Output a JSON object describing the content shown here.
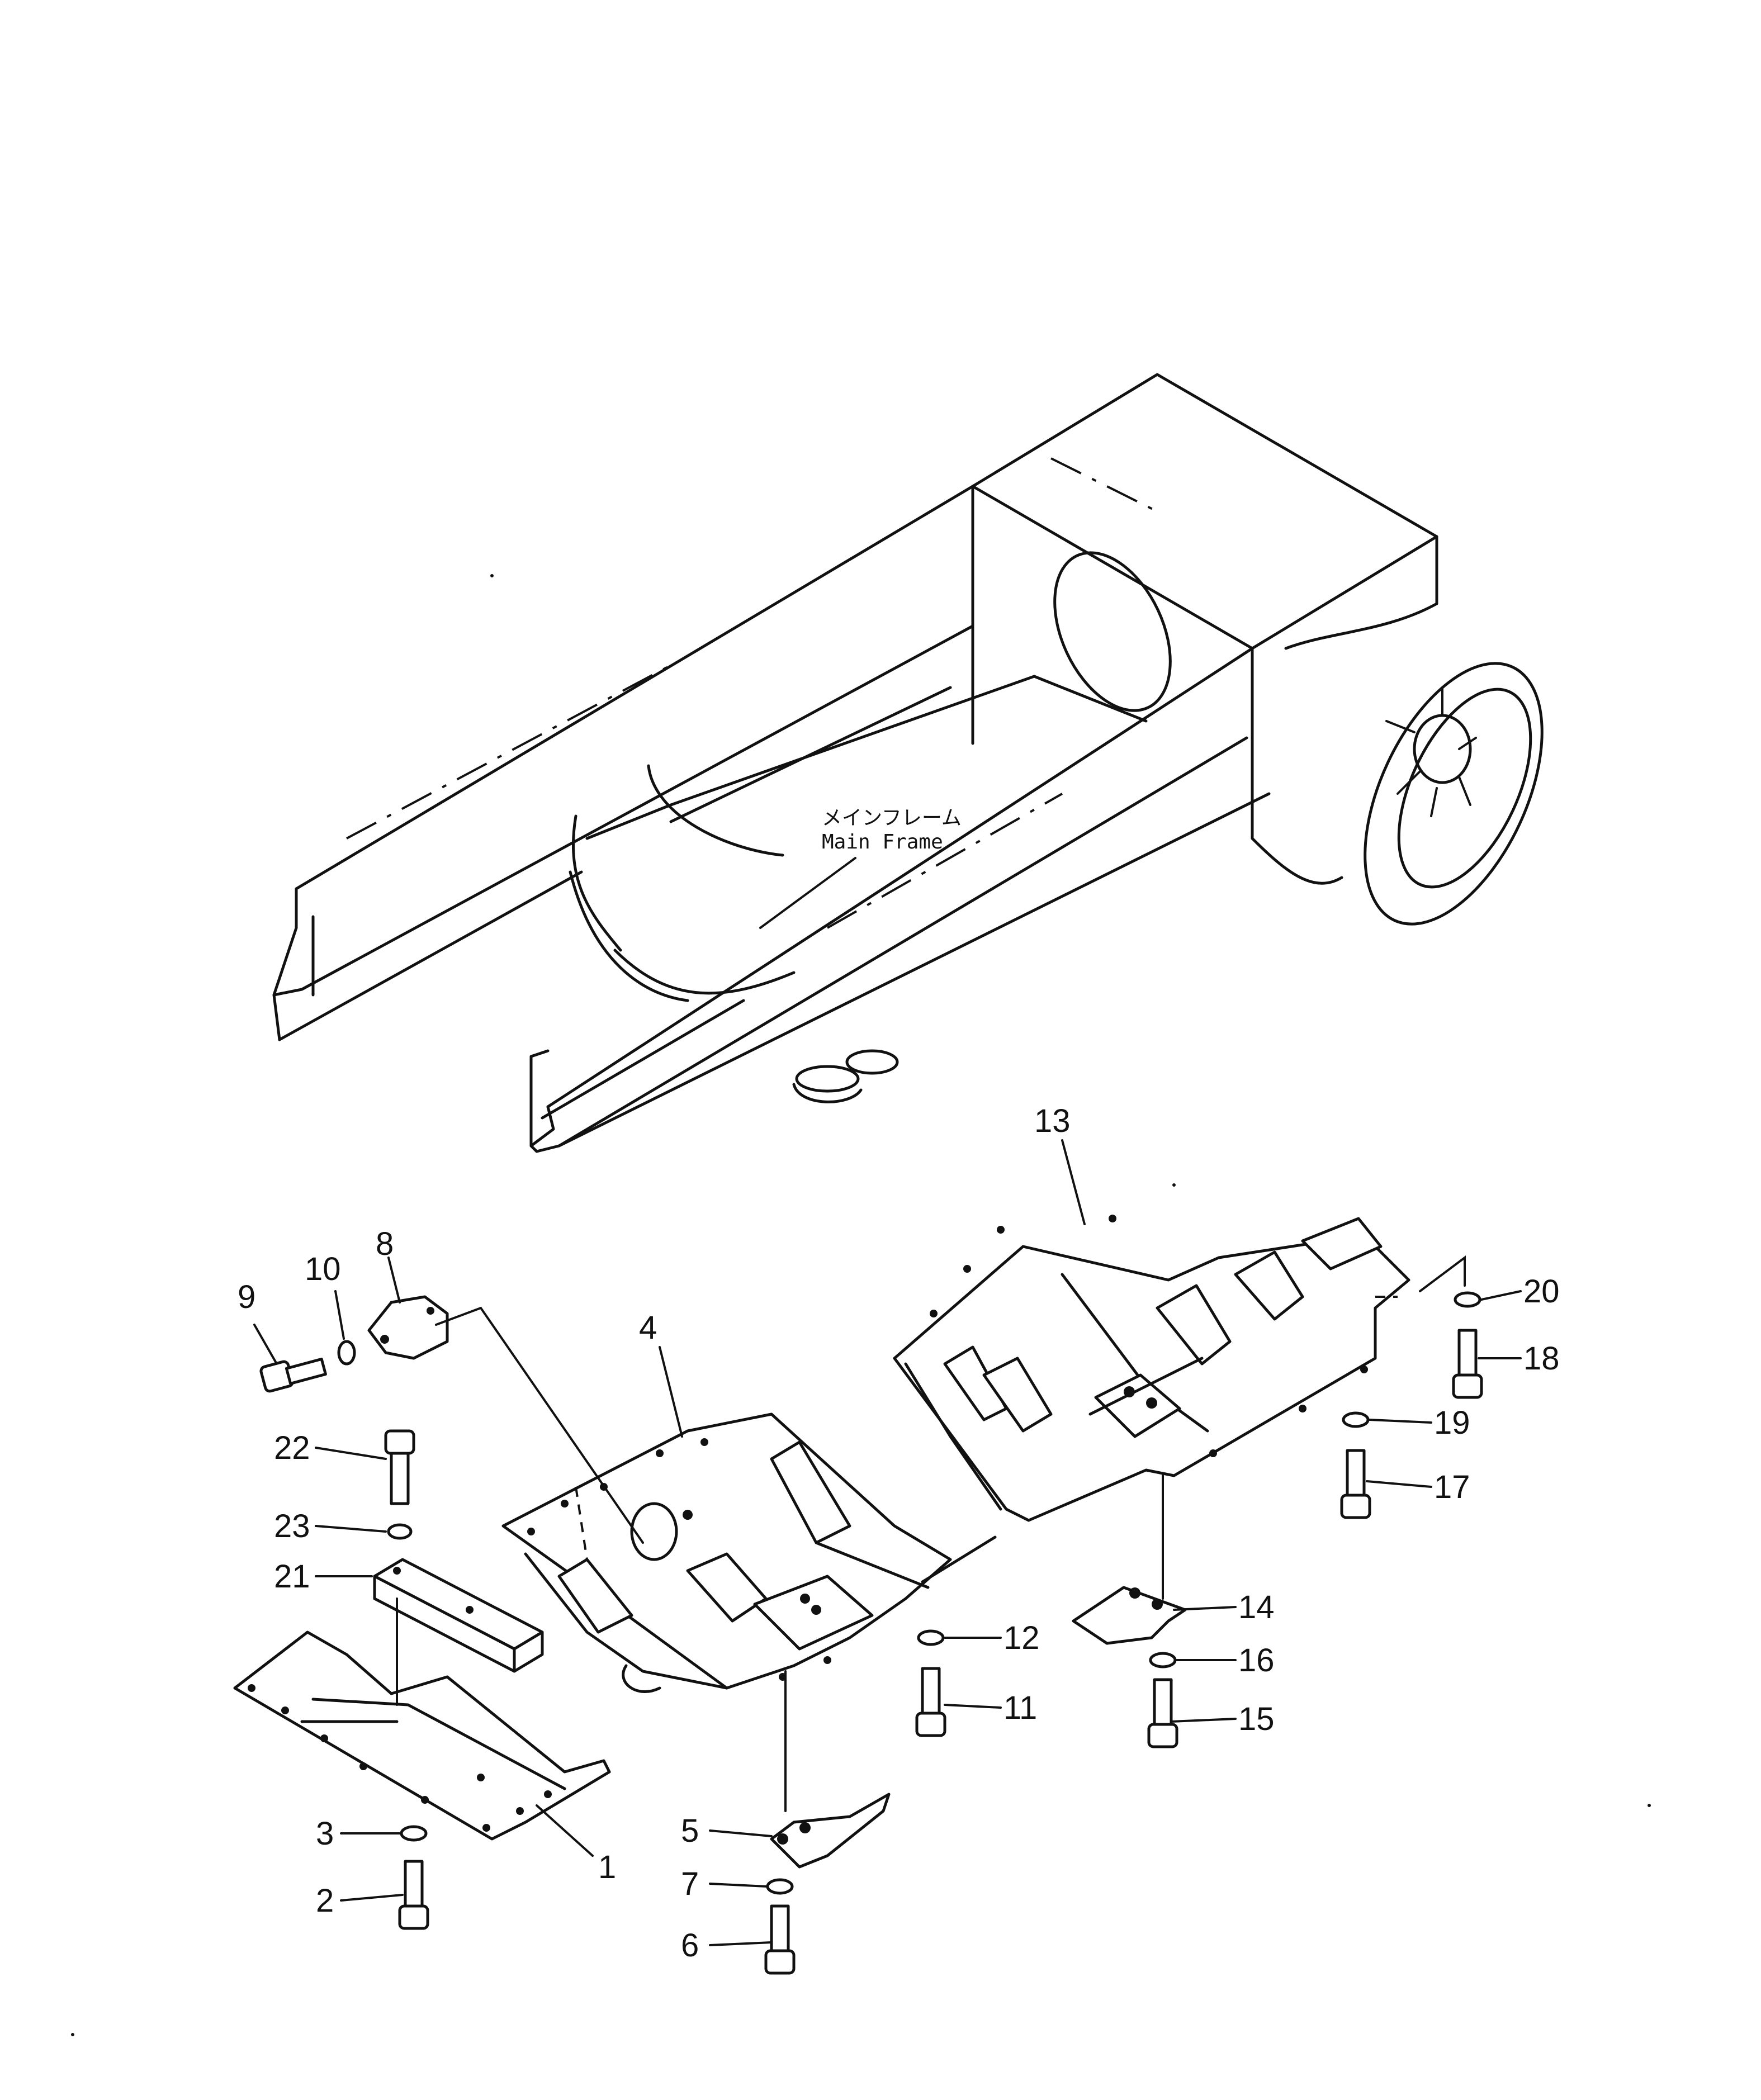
{
  "frame_label": {
    "jp": "メインフレーム",
    "en": "Main Frame"
  },
  "callouts": [
    "1",
    "2",
    "3",
    "4",
    "5",
    "6",
    "7",
    "8",
    "9",
    "10",
    "11",
    "12",
    "13",
    "14",
    "15",
    "16",
    "17",
    "18",
    "19",
    "20",
    "21",
    "22",
    "23"
  ]
}
